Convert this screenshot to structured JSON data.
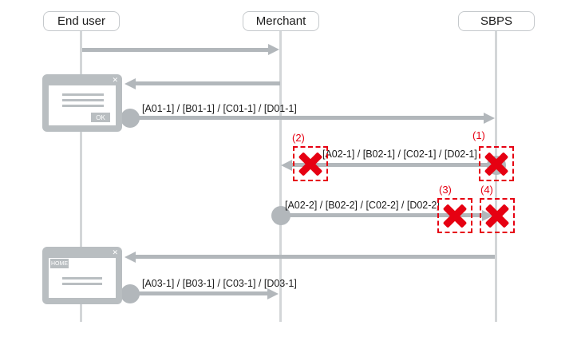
{
  "diagram": {
    "actors": [
      {
        "label": "End user"
      },
      {
        "label": "Merchant"
      },
      {
        "label": "SBPS"
      }
    ],
    "messages": [
      {
        "label": "[A01-1] / [B01-1] / [C01-1] / [D01-1]"
      },
      {
        "label": "[A02-1] / [B02-1] / [C02-1] / [D02-1]"
      },
      {
        "label": "[A02-2] / [B02-2] / [C02-2] / [D02-2]"
      },
      {
        "label": "[A03-1] / [B03-1] / [C03-1] / [D03-1]"
      }
    ],
    "error_marks": [
      {
        "label": "(1)"
      },
      {
        "label": "(2)"
      },
      {
        "label": "(3)"
      },
      {
        "label": "(4)"
      }
    ],
    "windows": {
      "dialog": {
        "ok_label": "OK",
        "close_icon": "✕"
      },
      "home": {
        "home_label": "HOME",
        "close_icon": "✕"
      }
    },
    "colors": {
      "error_red": "#e60012",
      "arrow_gray": "#b2b7bb",
      "lifeline_gray": "#d3d6d8",
      "window_gray": "#b9bec1",
      "actor_border_gray": "#c5c9cc"
    }
  }
}
